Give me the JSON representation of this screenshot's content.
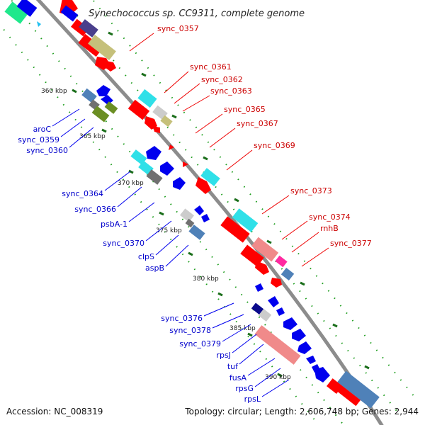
{
  "genome_title": "Synechococcus sp. CC9311, complete genome",
  "footer": {
    "accession": "Accession: NC_008319",
    "summary": "Topology: circular; Length: 2,606,748 bp; Genes: 2,944"
  },
  "colors": {
    "backbone": "#8c8c8c",
    "forward_gene": "#ff0000",
    "reverse_gene": "#0000ee",
    "label_forward": "#cc0000",
    "label_reverse": "#0000cc",
    "tick_minor": "#1a9c1a",
    "tick_major": "#1a6e1a",
    "rna_teal": "#2fe0e8",
    "rna_pink": "#f08a8a",
    "steel": "#4f81b8",
    "olive": "#c5c07a"
  },
  "kbp_ticks": [
    {
      "label": "360 kbp"
    },
    {
      "label": "365 kbp"
    },
    {
      "label": "370 kbp"
    },
    {
      "label": "375 kbp"
    },
    {
      "label": "380 kbp"
    },
    {
      "label": "385 kbp"
    },
    {
      "label": "390 kbp"
    }
  ],
  "forward_labels": [
    {
      "text": "sync_0357"
    },
    {
      "text": "sync_0361"
    },
    {
      "text": "sync_0362"
    },
    {
      "text": "sync_0363"
    },
    {
      "text": "sync_0365"
    },
    {
      "text": "sync_0367"
    },
    {
      "text": "sync_0369"
    },
    {
      "text": "sync_0373"
    },
    {
      "text": "sync_0374"
    },
    {
      "text": "rnhB"
    },
    {
      "text": "sync_0377"
    }
  ],
  "reverse_labels": [
    {
      "text": "aroC"
    },
    {
      "text": "sync_0359"
    },
    {
      "text": "sync_0360"
    },
    {
      "text": "sync_0364"
    },
    {
      "text": "sync_0366"
    },
    {
      "text": "psbA-1"
    },
    {
      "text": "sync_0370"
    },
    {
      "text": "clpS"
    },
    {
      "text": "aspB"
    },
    {
      "text": "sync_0376"
    },
    {
      "text": "sync_0378"
    },
    {
      "text": "sync_0379"
    },
    {
      "text": "rpsJ"
    },
    {
      "text": "tuf"
    },
    {
      "text": "fusA"
    },
    {
      "text": "rpsG"
    },
    {
      "text": "rpsL"
    }
  ]
}
